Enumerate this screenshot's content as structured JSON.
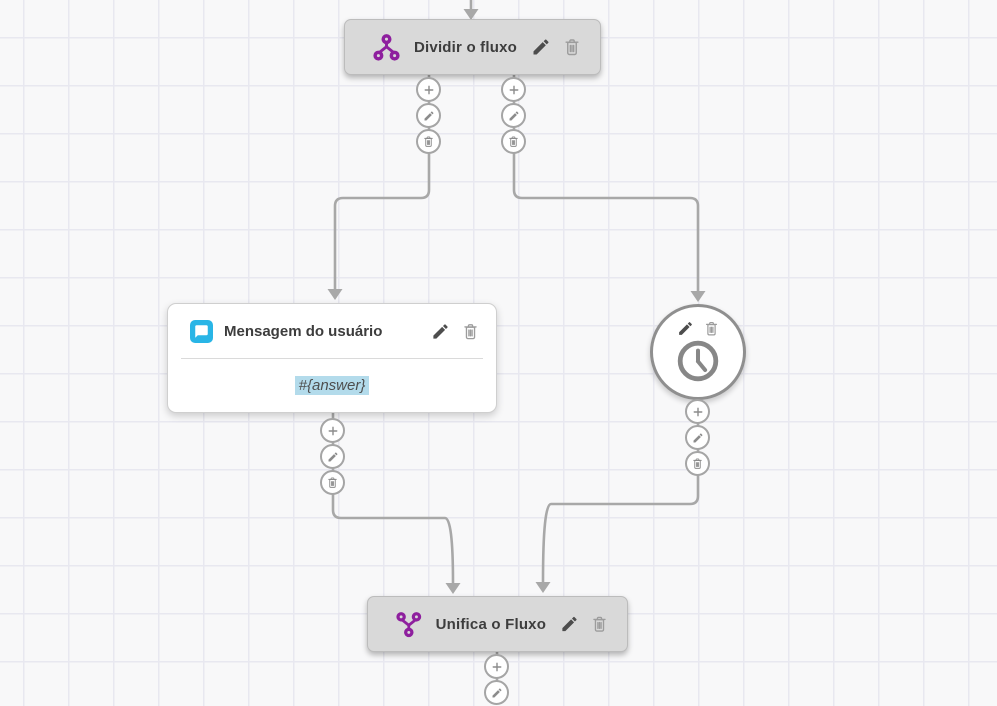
{
  "canvas": {
    "background": "#f8f8f9",
    "grid_color": "#e8e8f0"
  },
  "colors": {
    "purple": "#8e1f9e",
    "cyan": "#29b5e6",
    "highlight": "#b3dbeb",
    "connector": "#a8a8a8",
    "node_gray": "#d9d9d9"
  },
  "nodes": {
    "split": {
      "title": "Dividir o fluxo",
      "icon": "split-flow-icon"
    },
    "user_message": {
      "title": "Mensagem do usuário",
      "value": "#{answer}",
      "icon": "chat-bubble-icon"
    },
    "wait": {
      "icon": "clock-icon"
    },
    "merge": {
      "title": "Unifica o Fluxo",
      "icon": "merge-flow-icon"
    }
  }
}
